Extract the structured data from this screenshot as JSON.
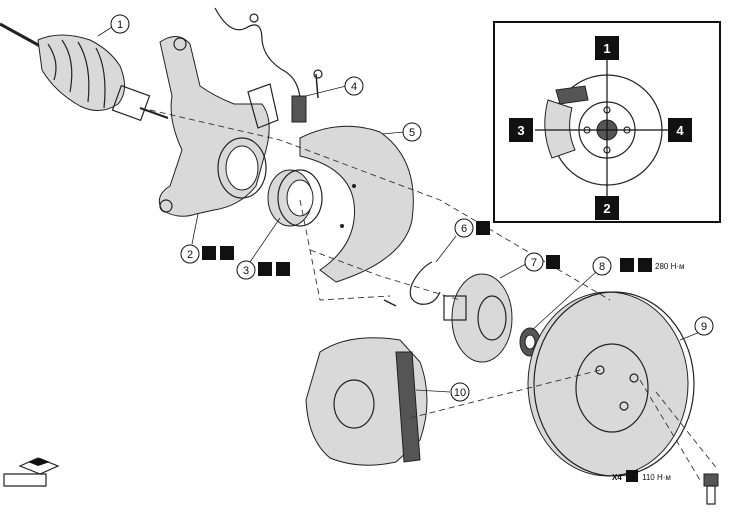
{
  "callouts": [
    "1",
    "2",
    "3",
    "4",
    "5",
    "6",
    "7",
    "8",
    "9",
    "10"
  ],
  "inset": {
    "positions": [
      "1",
      "2",
      "3",
      "4"
    ]
  },
  "torques": {
    "hub_nut": "280 Н·м",
    "caliper_bolts": "110 Н·м",
    "caliper_bolts_count": "X4"
  },
  "icons": {
    "replace": "x-box-icon",
    "lubricate": "oil-can-icon",
    "torque": "torque-wrench-icon",
    "tighten": "tighten-arrow-icon"
  },
  "colors": {
    "ink": "#111111",
    "shade": "#d9d9d9",
    "background": "#ffffff"
  }
}
